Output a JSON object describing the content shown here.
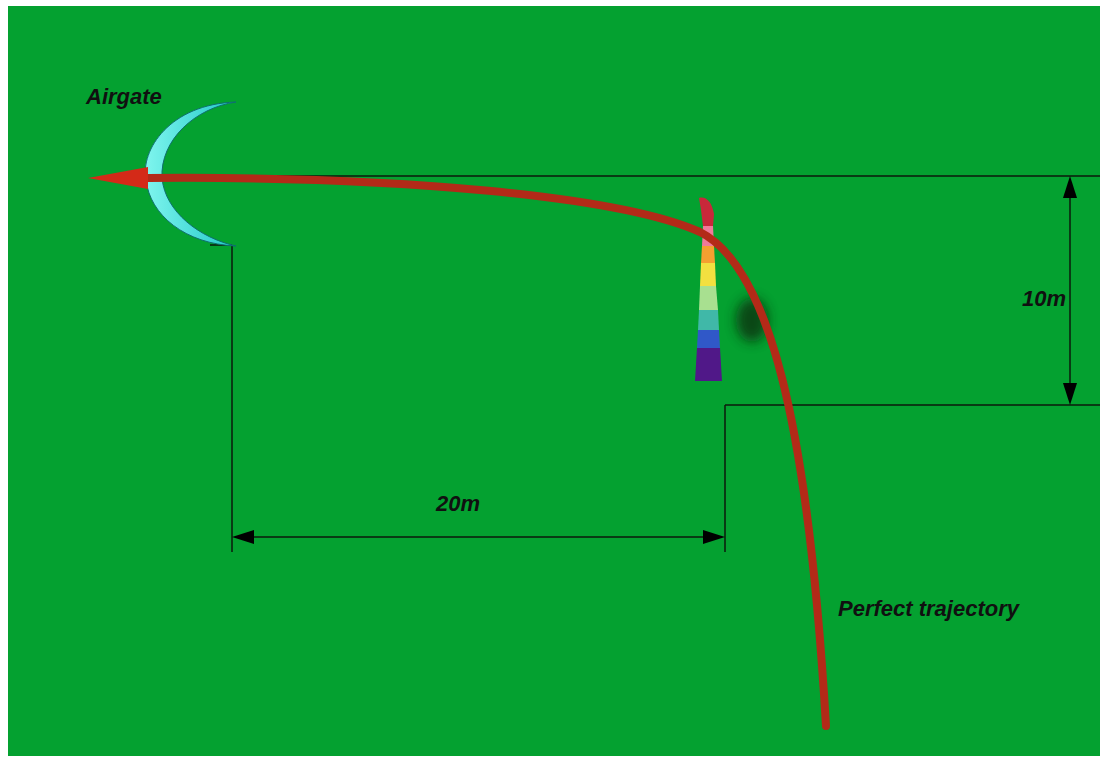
{
  "diagram": {
    "labels": [
      "Airgate",
      "20m",
      "10m",
      "Perfect trajectory"
    ]
  }
}
